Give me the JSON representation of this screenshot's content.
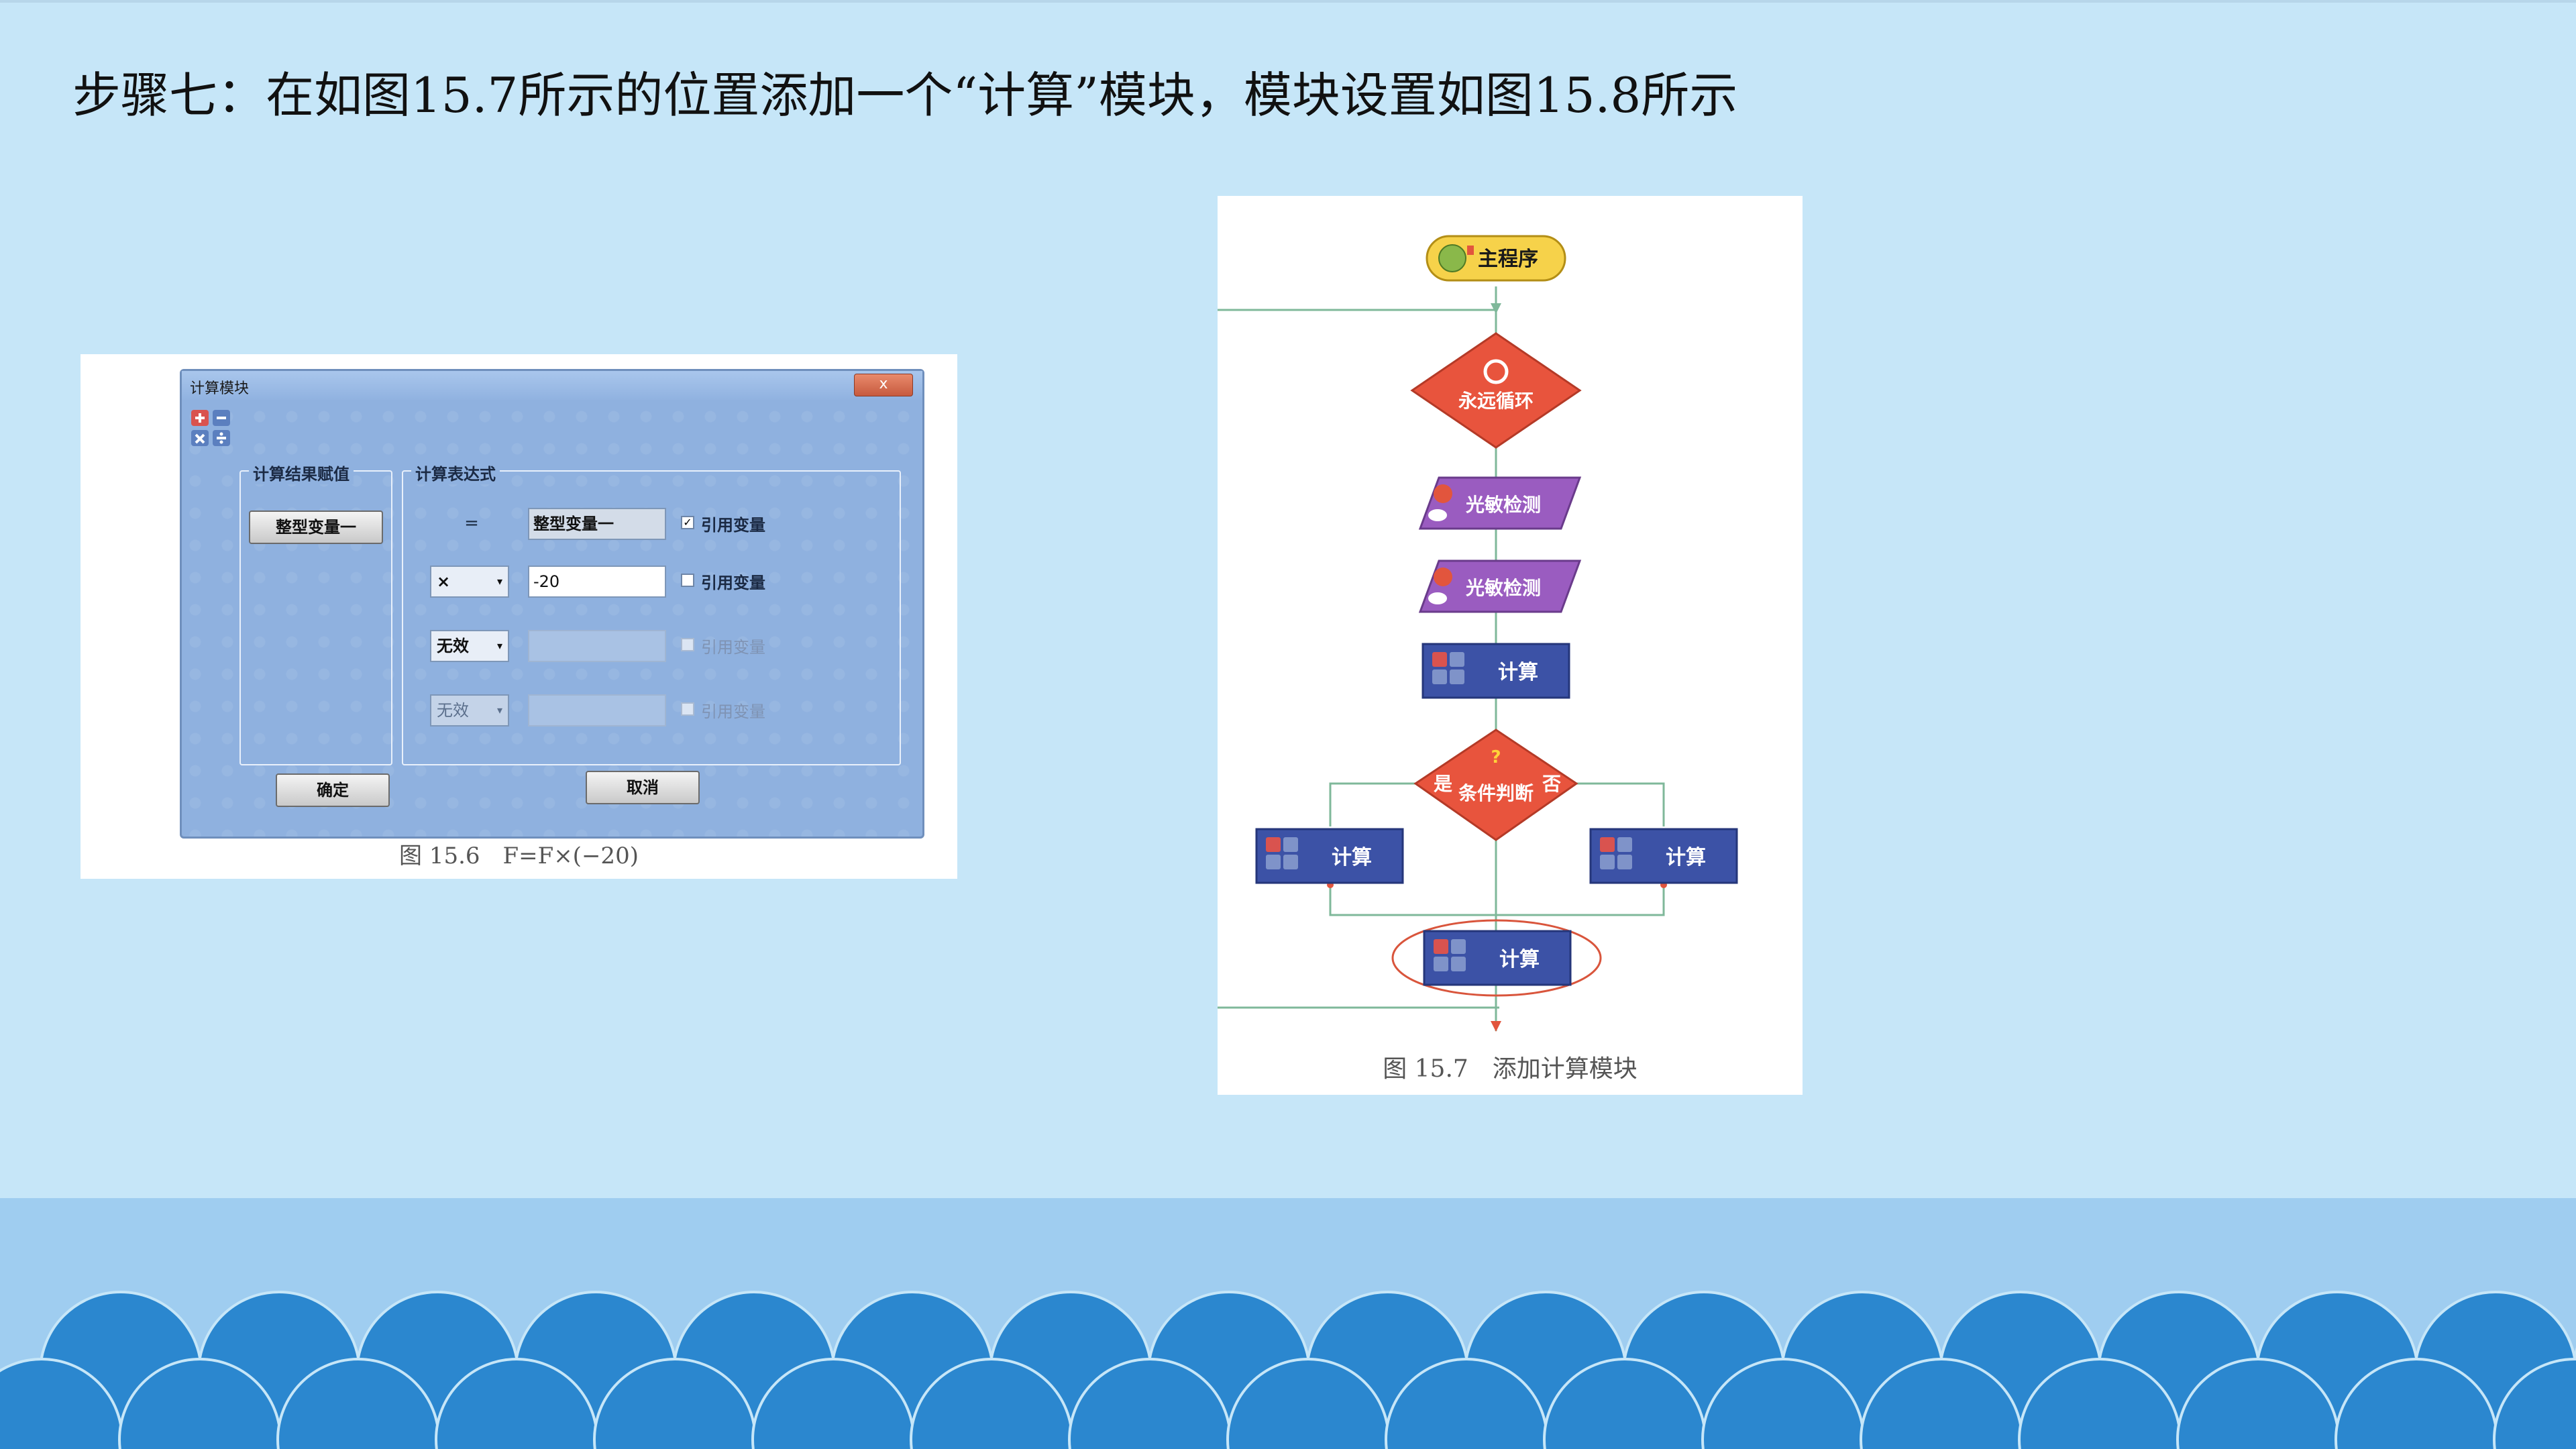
{
  "heading": "步骤七：在如图15.7所示的位置添加一个“计算”模块，模块设置如图15.8所示",
  "figure_15_6": {
    "dialog_title": "计算模块",
    "close_label": "x",
    "result_group_label": "计算结果赋值",
    "expr_group_label": "计算表达式",
    "result_button": "整型变量一",
    "equals": "=",
    "row1": {
      "value": "整型变量一",
      "checkbox_label": "引用变量",
      "checked_mark": "✓"
    },
    "row2": {
      "operator": "×",
      "value": "-20",
      "checkbox_label": "引用变量"
    },
    "row3": {
      "operator": "无效",
      "value": "",
      "checkbox_label": "引用变量"
    },
    "row4": {
      "operator": "无效",
      "value": "",
      "checkbox_label": "引用变量"
    },
    "ok_button": "确定",
    "cancel_button": "取消",
    "caption": "图 15.6　F=F×(−20)"
  },
  "figure_15_7": {
    "start_label": "主程序",
    "loop_label": "永远循环",
    "sensor1_label": "光敏检测",
    "sensor2_label": "光敏检测",
    "calc1_label": "计算",
    "cond_label": "条件判断",
    "yes_label": "是",
    "no_label": "否",
    "calc_left_label": "计算",
    "calc_right_label": "计算",
    "calc_added_label": "计算",
    "caption": "图 15.7　添加计算模块"
  },
  "colors": {
    "background": "#c6e6f8",
    "wave": "#2b87cf",
    "flow_diamond": "#e8543d",
    "flow_sensor": "#9a5cc0",
    "flow_calc": "#3c52a6",
    "flow_start": "#f6d24a",
    "highlight_ellipse": "#d9553c"
  }
}
